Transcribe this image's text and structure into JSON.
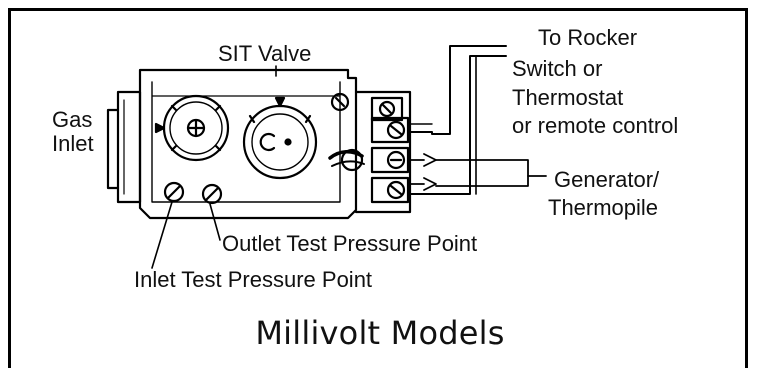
{
  "labels": {
    "sit_valve": "SIT Valve",
    "gas_inlet_line1": "Gas",
    "gas_inlet_line2": "Inlet",
    "to_rocker_line1": "To Rocker",
    "to_rocker_line2": "Switch or",
    "to_rocker_line3": "Thermostat",
    "to_rocker_line4": "or remote control",
    "generator_line1": "Generator/",
    "generator_line2": "Thermopile",
    "outlet_test": "Outlet Test Pressure Point",
    "inlet_test": "Inlet Test Pressure Point"
  },
  "title": "Millivolt Models"
}
